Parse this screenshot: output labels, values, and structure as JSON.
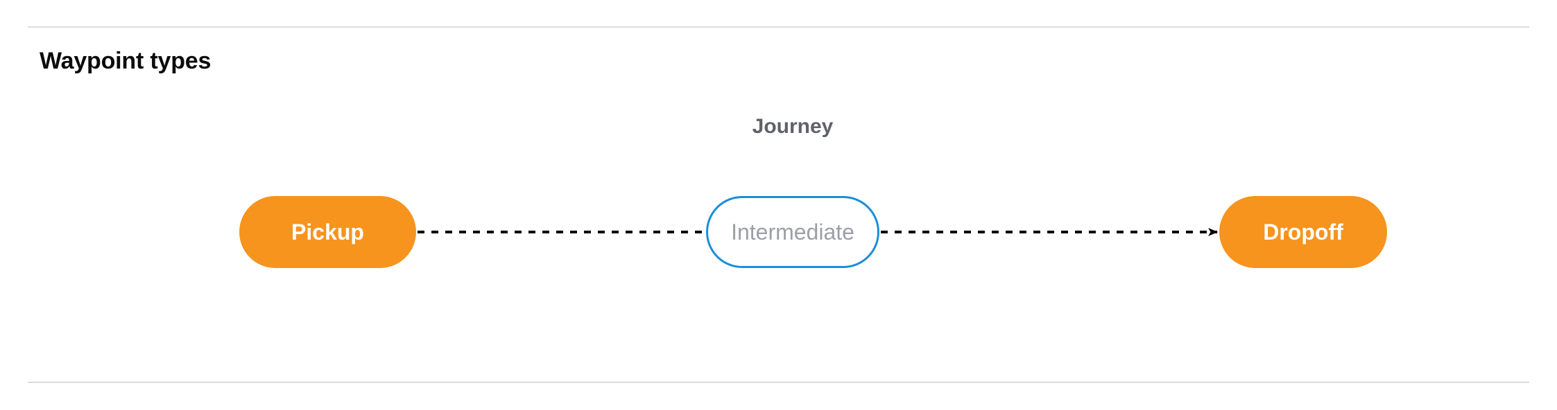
{
  "section": {
    "title": "Waypoint types"
  },
  "diagram": {
    "group_label": "Journey",
    "nodes": [
      {
        "id": "pickup",
        "label": "Pickup",
        "style": "filled",
        "fill": "#f6941e",
        "text_color": "#ffffff"
      },
      {
        "id": "intermediate",
        "label": "Intermediate",
        "style": "outlined",
        "border": "#1a8ed8",
        "fill": "#ffffff",
        "text_color": "#9aa0a6"
      },
      {
        "id": "dropoff",
        "label": "Dropoff",
        "style": "filled",
        "fill": "#f6941e",
        "text_color": "#ffffff"
      }
    ],
    "edges": [
      {
        "from": "pickup",
        "to": "intermediate",
        "style": "dashed",
        "arrowhead": false,
        "color": "#000000"
      },
      {
        "from": "intermediate",
        "to": "dropoff",
        "style": "dashed",
        "arrowhead": true,
        "color": "#000000"
      }
    ]
  },
  "colors": {
    "waypoint_orange": "#f6941e",
    "intermediate_blue": "#1a8ed8",
    "intermediate_text": "#9aa0a6",
    "group_label_gray": "#5f6368",
    "divider": "#dadce0",
    "title": "#0b0b0b",
    "background": "#ffffff"
  }
}
